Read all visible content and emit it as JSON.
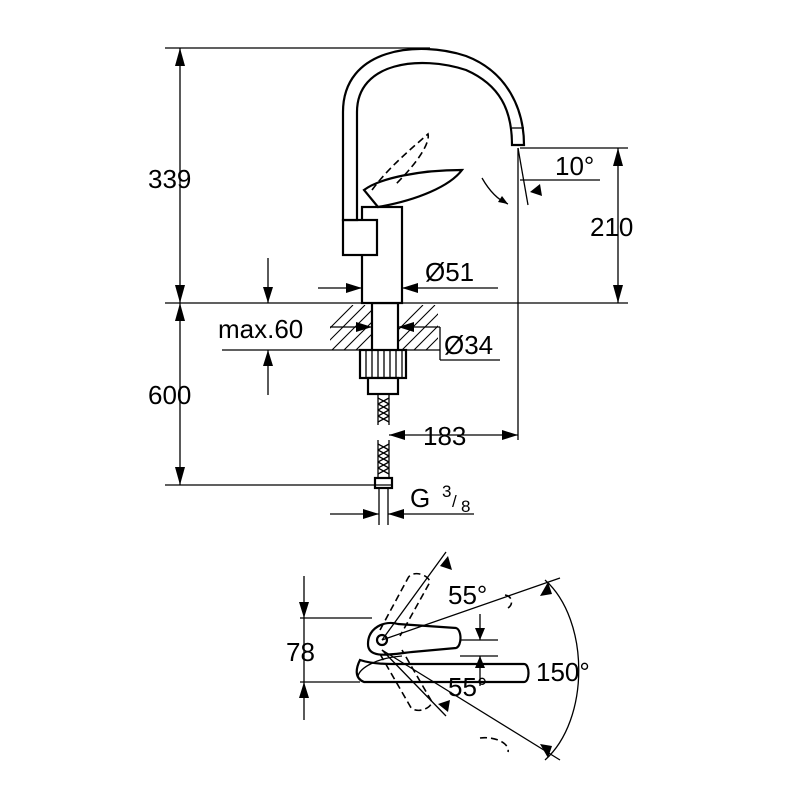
{
  "dimensions": {
    "spout_height": "339",
    "spout_angle": "10°",
    "outlet_height": "210",
    "base_diameter": "Ø51",
    "max_deck_thickness": "max.60",
    "hole_diameter": "Ø34",
    "hose_length": "600",
    "reach": "183",
    "thread_letter": "G",
    "thread_numerator": "3",
    "thread_slash": "/",
    "thread_denominator": "8"
  },
  "top_view": {
    "lever_height": "78",
    "lever_angle_up": "55°",
    "lever_angle_down": "55°",
    "swivel_angle": "150°"
  }
}
